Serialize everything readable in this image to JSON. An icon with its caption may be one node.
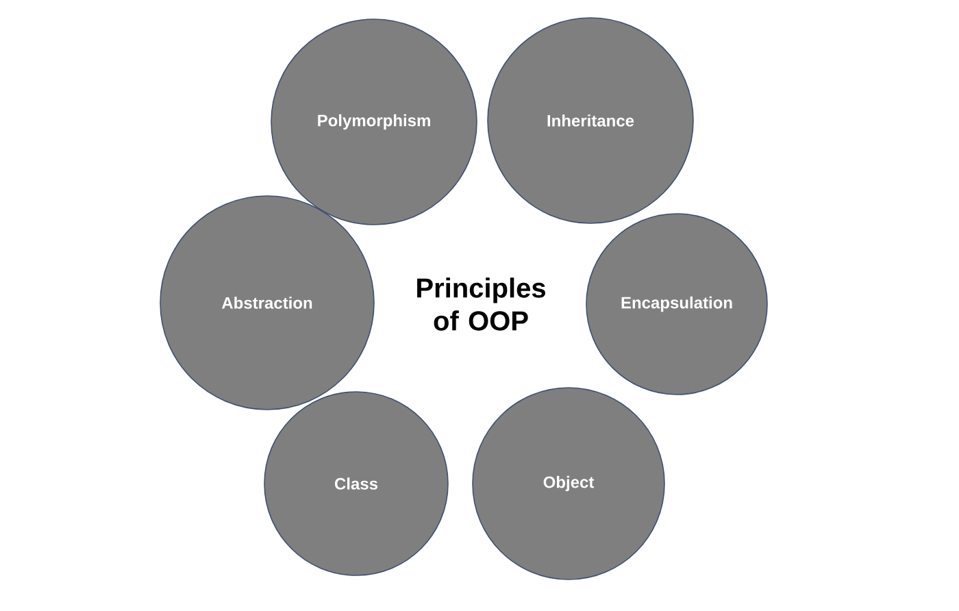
{
  "diagram": {
    "nodes": [
      {
        "text": [
          "Polymorphism"
        ]
      },
      {
        "text": [
          "Inheritance"
        ]
      },
      {
        "text": [
          "Abstraction"
        ]
      },
      {
        "text": [
          "Encapsulation"
        ]
      },
      {
        "text": [
          "Class"
        ]
      },
      {
        "text": [
          "Object"
        ]
      }
    ],
    "labels": [
      "Principles of OOP"
    ]
  }
}
